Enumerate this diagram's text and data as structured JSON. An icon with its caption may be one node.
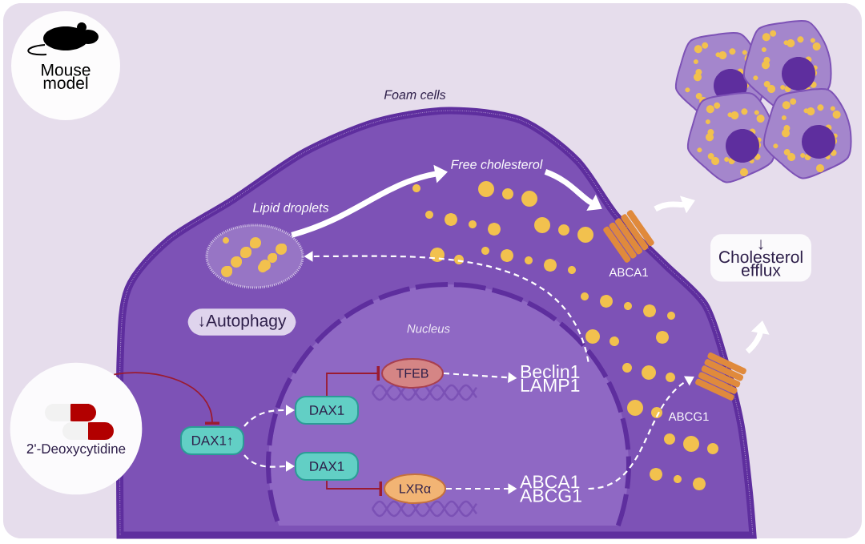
{
  "diagram": {
    "nodes": [
      {
        "text": [
          "Mouse model"
        ]
      },
      {
        "text": [
          "Foam cells"
        ]
      },
      {
        "text": [
          "Lipid droplets"
        ],
        "in": 1
      },
      {
        "text": [
          "Free cholesterol"
        ],
        "in": 1
      },
      {
        "text": [
          "ABCA1"
        ],
        "in": 1
      },
      {
        "text": [
          "↓ Cholesterol efflux"
        ]
      },
      {
        "text": [
          "↓Autophagy"
        ],
        "in": 1
      },
      {
        "text": [
          "Nucleus"
        ],
        "in": 1
      },
      {
        "text": [
          "2'-Deoxycytidine"
        ]
      },
      {
        "text": [
          "DAX1↑"
        ],
        "in": 1
      },
      {
        "text": [
          "DAX1"
        ],
        "in": 7
      },
      {
        "text": [
          "DAX1"
        ],
        "in": 7
      },
      {
        "text": [
          "TFEB"
        ],
        "in": 7
      },
      {
        "text": [
          "LXRα"
        ],
        "in": 7
      },
      {
        "text": [
          "Beclin1 LAMP1"
        ],
        "in": 7
      },
      {
        "text": [
          "ABCA1 ABCG1"
        ],
        "in": 7
      },
      {
        "text": [
          "ABCG1"
        ],
        "in": 1
      }
    ],
    "edges": [
      {
        "from": 2,
        "to": 3,
        "arrow": "to",
        "style": "thick"
      },
      {
        "from": 3,
        "to": 4,
        "arrow": "to",
        "style": "thick"
      },
      {
        "from": 4,
        "to": null,
        "arrow": "to",
        "style": "thick"
      },
      {
        "from": 16,
        "to": null,
        "arrow": "to",
        "style": "thick"
      },
      {
        "from": 8,
        "to": 9,
        "arrow": "other",
        "color": "#9b1b30"
      },
      {
        "from": 9,
        "to": 10,
        "arrow": "to",
        "style": "dashed"
      },
      {
        "from": 9,
        "to": 11,
        "arrow": "to",
        "style": "dashed"
      },
      {
        "from": 10,
        "to": 12,
        "arrow": "other",
        "color": "#9b1b30"
      },
      {
        "from": 11,
        "to": 13,
        "arrow": "other",
        "color": "#9b1b30"
      },
      {
        "from": 12,
        "to": 14,
        "arrow": "to",
        "style": "dashed"
      },
      {
        "from": 13,
        "to": 15,
        "arrow": "to",
        "style": "dashed"
      },
      {
        "from": 15,
        "to": 16,
        "arrow": "to",
        "style": "dashed"
      },
      {
        "from": 14,
        "to": 2,
        "arrow": "to",
        "style": "dashed"
      }
    ]
  }
}
